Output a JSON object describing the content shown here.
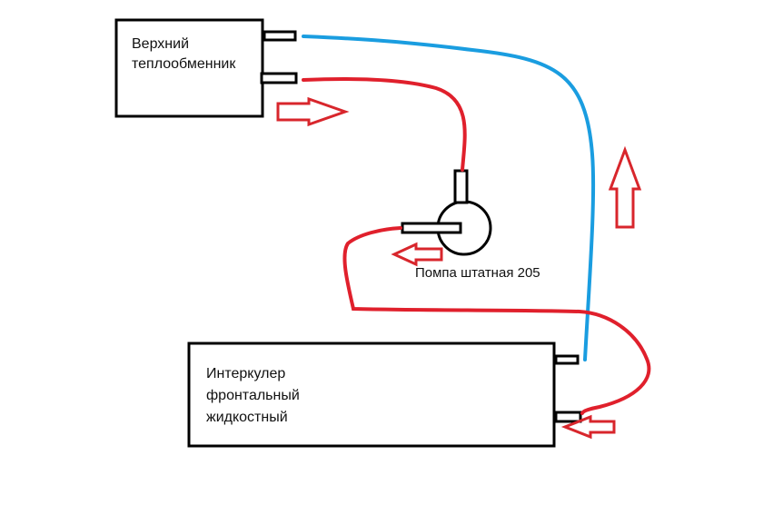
{
  "colors": {
    "outline": "#000000",
    "hot_line": "#e0202c",
    "cold_line": "#1a9de0",
    "arrow": "#d8262c"
  },
  "upper_heat_exchanger": {
    "label_line1": "Верхний",
    "label_line2": "теплообменник"
  },
  "intercooler": {
    "label_line1": "Интеркулер",
    "label_line2": "фронтальный",
    "label_line3": "жидкостный"
  },
  "pump": {
    "label": "Помпа штатная 205"
  },
  "flow_arrows": [
    "right",
    "up",
    "left",
    "left"
  ]
}
